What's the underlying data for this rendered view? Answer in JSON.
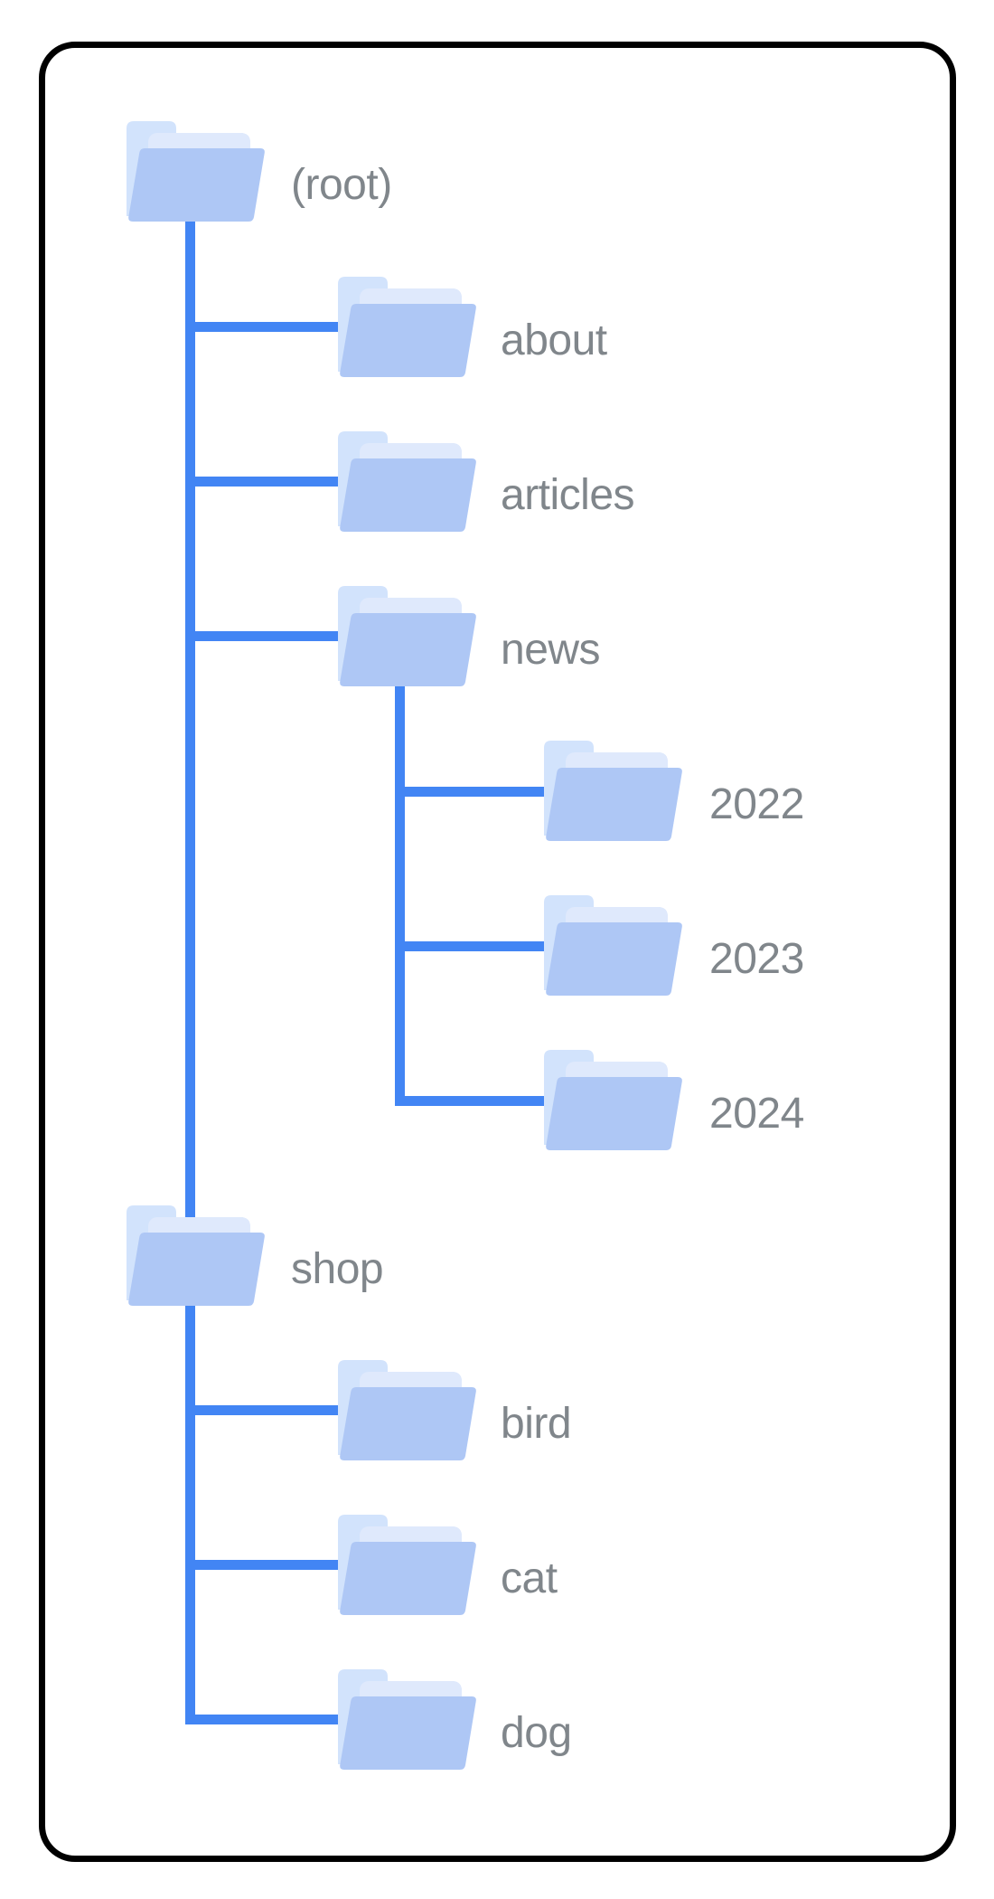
{
  "colors": {
    "background": "#FFFFFF",
    "border": "#000000",
    "line": "#4285F4",
    "folder_back": "#D2E3FC",
    "folder_paper": "#DFE9FC",
    "folder_front": "#AEC7F5",
    "label": "#80868B"
  },
  "tree": {
    "nodes": [
      {
        "id": "root",
        "label": "(root)",
        "depth": 0,
        "parent": null
      },
      {
        "id": "about",
        "label": "about",
        "depth": 1,
        "parent": "root"
      },
      {
        "id": "articles",
        "label": "articles",
        "depth": 1,
        "parent": "root"
      },
      {
        "id": "news",
        "label": "news",
        "depth": 1,
        "parent": "root"
      },
      {
        "id": "2022",
        "label": "2022",
        "depth": 2,
        "parent": "news"
      },
      {
        "id": "2023",
        "label": "2023",
        "depth": 2,
        "parent": "news"
      },
      {
        "id": "2024",
        "label": "2024",
        "depth": 2,
        "parent": "news"
      },
      {
        "id": "shop",
        "label": "shop",
        "depth": 0,
        "parent": "root"
      },
      {
        "id": "bird",
        "label": "bird",
        "depth": 1,
        "parent": "shop"
      },
      {
        "id": "cat",
        "label": "cat",
        "depth": 1,
        "parent": "shop"
      },
      {
        "id": "dog",
        "label": "dog",
        "depth": 1,
        "parent": "shop"
      }
    ]
  }
}
